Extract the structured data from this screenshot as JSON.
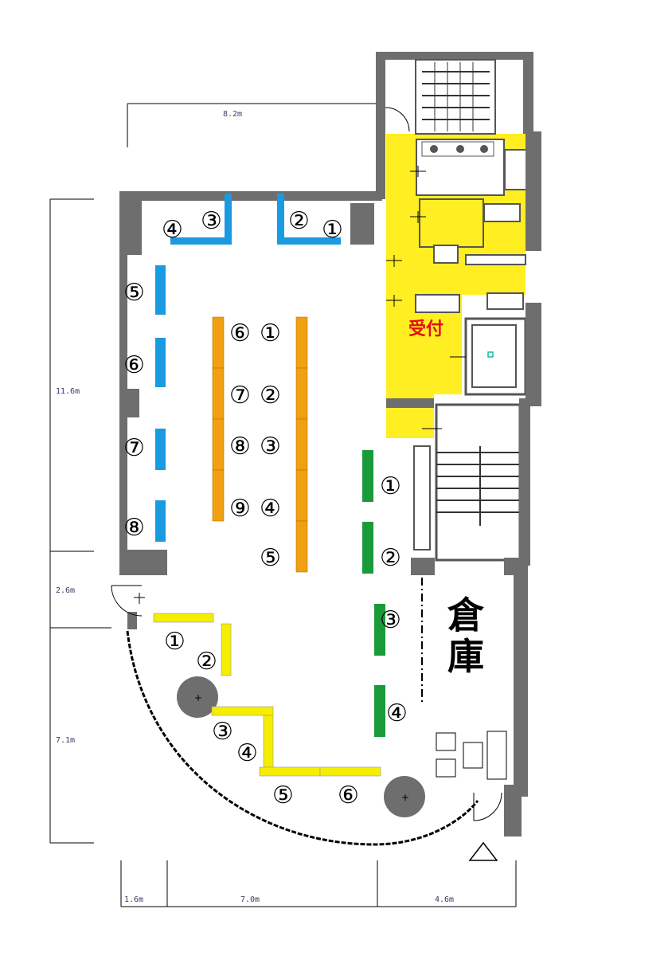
{
  "dimensions": {
    "top_width": "8.2m",
    "left_height": "11.6m",
    "door_gap": "2.6m",
    "lower_height": "7.1m",
    "bottom_left": "1.6m",
    "bottom_mid": "7.0m",
    "bottom_right": "4.6m"
  },
  "labels": {
    "reception": "受付",
    "storage_char_1": "倉",
    "storage_char_2": "庫"
  },
  "colors": {
    "blue_booth": "#1a9ae0",
    "orange_booth": "#f0a010",
    "green_booth": "#1a9a3a",
    "yellow_booth": "#f5ee00",
    "service_area": "#ffee22",
    "wall": "#6e6e6e",
    "reception_text": "#e01010"
  },
  "booths": {
    "blue_top": [
      "④",
      "③",
      "②",
      "①"
    ],
    "blue_left": [
      "⑤",
      "⑥",
      "⑦",
      "⑧"
    ],
    "orange_left": [
      "⑥",
      "⑦",
      "⑧",
      "⑨"
    ],
    "orange_right": [
      "①",
      "②",
      "③",
      "④",
      "⑤"
    ],
    "green": [
      "①",
      "②",
      "③",
      "④"
    ],
    "yellow": [
      "①",
      "②",
      "③",
      "④",
      "⑤",
      "⑥"
    ]
  }
}
